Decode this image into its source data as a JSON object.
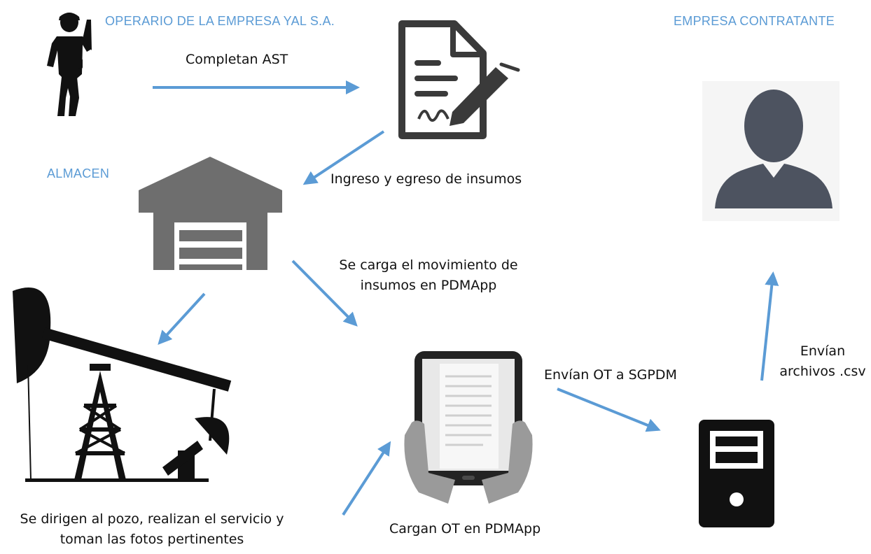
{
  "roles": {
    "operator": "OPERARIO DE LA EMPRESA YAL S.A.",
    "warehouse": "ALMACEN",
    "contractor": "EMPRESA CONTRATANTE"
  },
  "steps": {
    "complete_ast": "Completan AST",
    "supplies_flow": "Ingreso y egreso de insumos",
    "load_movement_1": "Se carga el movimiento de",
    "load_movement_2": "insumos en PDMApp",
    "send_ot": "Envían OT a SGPDM",
    "send_csv_1": "Envían",
    "send_csv_2": "archivos .csv",
    "go_to_well_1": "Se dirigen al pozo, realizan el servicio y",
    "go_to_well_2": "toman las fotos pertinentes",
    "load_ot": "Cargan OT en PDMApp"
  },
  "icons": [
    "worker-icon",
    "document-pen-icon",
    "warehouse-icon",
    "user-avatar-icon",
    "oil-pump-icon",
    "tablet-icon",
    "server-icon"
  ],
  "colors": {
    "arrow": "#5b9bd5",
    "label": "#5b9bd5",
    "icon_gray": "#707070",
    "icon_dark": "#3a3a3a",
    "avatar": "#4d5360"
  }
}
